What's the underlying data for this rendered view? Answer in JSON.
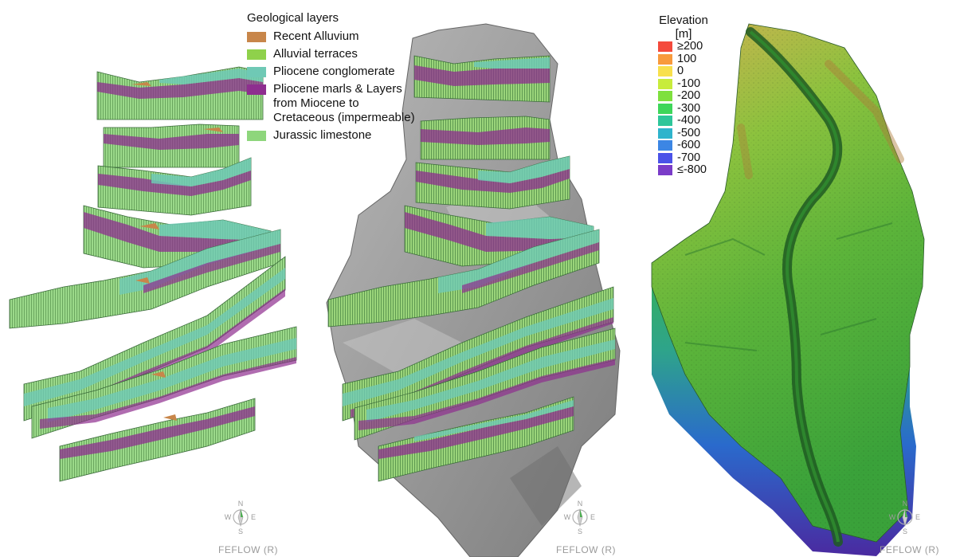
{
  "geological_legend": {
    "title": "Geological layers",
    "items": [
      {
        "label": "Recent Alluvium",
        "color": "#c8864a"
      },
      {
        "label": "Alluvial terraces",
        "color": "#8fd14b"
      },
      {
        "label": "Pliocene conglomerate",
        "color": "#6fc9b5"
      },
      {
        "label": "Pliocene marls & Layers from Miocene to Cretaceous (impermeable)",
        "color": "#8e2e8f"
      },
      {
        "label": "Jurassic limestone",
        "color": "#8ed67c"
      }
    ]
  },
  "elevation_legend": {
    "title": "Elevation [m]",
    "items": [
      {
        "label": "≥200",
        "color": "#f44a3c"
      },
      {
        "label": "100",
        "color": "#f89a3c"
      },
      {
        "label": "0",
        "color": "#f8e04c"
      },
      {
        "label": "-100",
        "color": "#c8ec3c"
      },
      {
        "label": "-200",
        "color": "#7ee03e"
      },
      {
        "label": "-300",
        "color": "#3ed65a"
      },
      {
        "label": "-400",
        "color": "#2ec69a"
      },
      {
        "label": "-500",
        "color": "#2eb4cc"
      },
      {
        "label": "-600",
        "color": "#3c86e4"
      },
      {
        "label": "-700",
        "color": "#4a52e8"
      },
      {
        "label": "≤-800",
        "color": "#7a3cc8"
      }
    ]
  },
  "compass": {
    "north": "N",
    "south": "S",
    "west": "W",
    "east": "E"
  },
  "watermark": "FEFLOW (R)"
}
